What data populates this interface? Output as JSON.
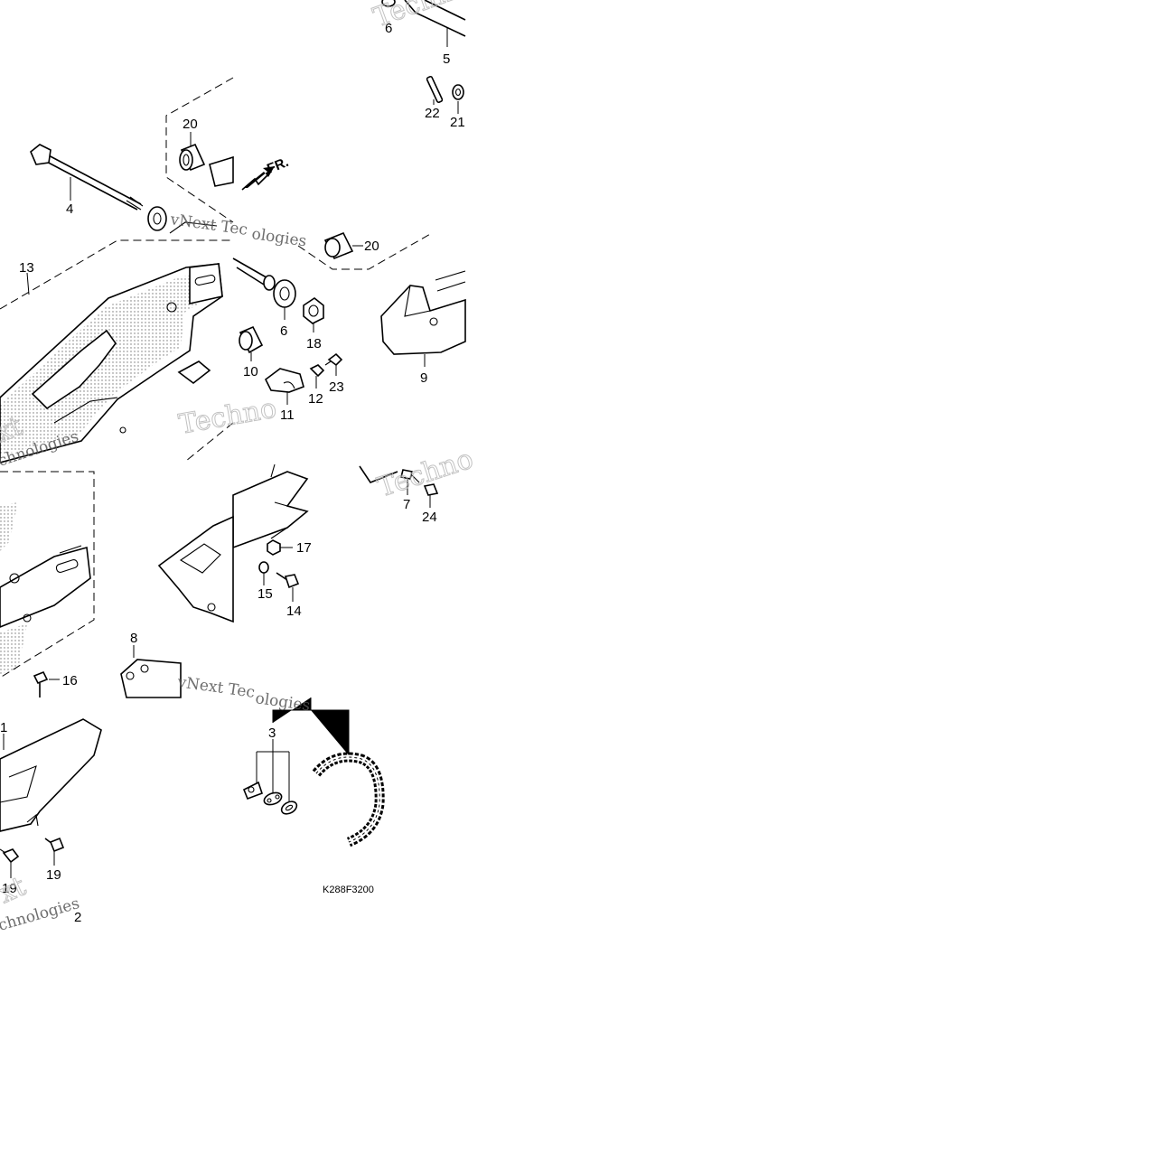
{
  "callouts": [
    {
      "id": "c6a",
      "label": "6"
    },
    {
      "id": "c5",
      "label": "5"
    },
    {
      "id": "c22",
      "label": "22"
    },
    {
      "id": "c21",
      "label": "21"
    },
    {
      "id": "c20a",
      "label": "20"
    },
    {
      "id": "c4",
      "label": "4"
    },
    {
      "id": "c20b",
      "label": "20"
    },
    {
      "id": "c13",
      "label": "13"
    },
    {
      "id": "c6b",
      "label": "6"
    },
    {
      "id": "c18",
      "label": "18"
    },
    {
      "id": "c10",
      "label": "10"
    },
    {
      "id": "c23",
      "label": "23"
    },
    {
      "id": "c12",
      "label": "12"
    },
    {
      "id": "c11",
      "label": "11"
    },
    {
      "id": "c9",
      "label": "9"
    },
    {
      "id": "c7",
      "label": "7"
    },
    {
      "id": "c24",
      "label": "24"
    },
    {
      "id": "c17",
      "label": "17"
    },
    {
      "id": "c15",
      "label": "15"
    },
    {
      "id": "c14",
      "label": "14"
    },
    {
      "id": "c16",
      "label": "16"
    },
    {
      "id": "c8",
      "label": "8"
    },
    {
      "id": "c1",
      "label": "1"
    },
    {
      "id": "c3",
      "label": "3"
    },
    {
      "id": "c19a",
      "label": "19"
    },
    {
      "id": "c19b",
      "label": "19"
    },
    {
      "id": "c2",
      "label": "2"
    }
  ],
  "direction_label": "FR.",
  "drawing_code": "K288F3200",
  "watermarks": [
    "Techno",
    "vNext Tec",
    "ologies",
    "vNext Tec",
    "ologies",
    "Techno",
    "xt",
    "chnologies",
    "Techno",
    "xt",
    "chnologies"
  ]
}
